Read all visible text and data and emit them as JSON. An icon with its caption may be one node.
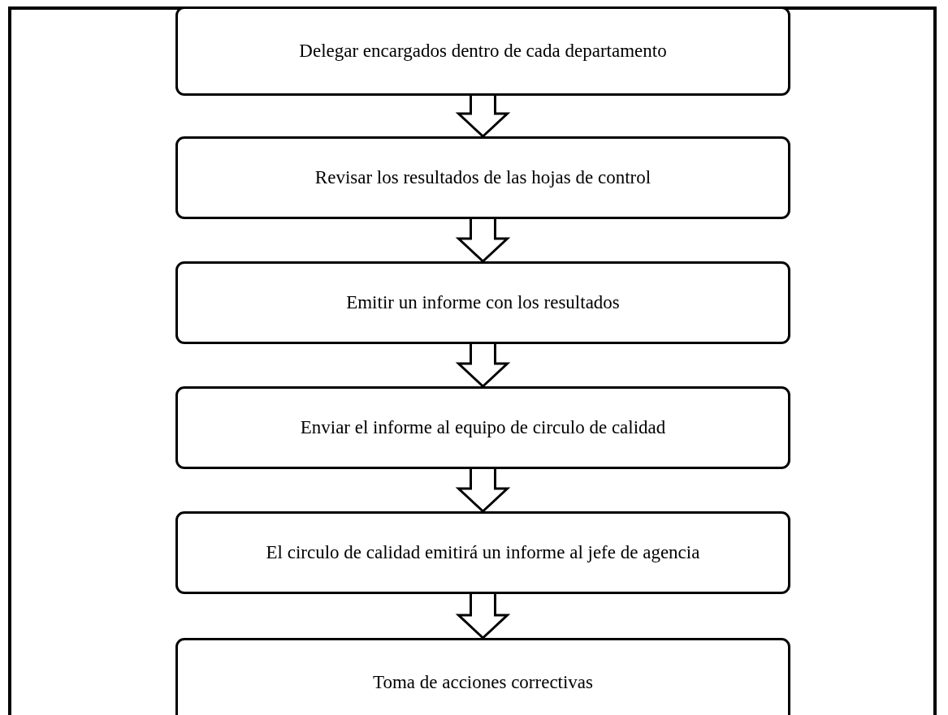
{
  "diagram": {
    "nodes": [
      {
        "text": [
          "Delegar encargados dentro de cada departamento"
        ]
      },
      {
        "text": [
          "Revisar los resultados de  las hojas de control"
        ]
      },
      {
        "text": [
          "Emitir un informe con los resultados"
        ]
      },
      {
        "text": [
          "Enviar el informe al equipo de circulo de calidad"
        ]
      },
      {
        "text": [
          "El circulo de calidad emitirá un informe  al  jefe de agencia"
        ]
      },
      {
        "text": [
          "Toma de acciones correctivas"
        ]
      }
    ],
    "edges": [
      {
        "from": 0,
        "to": 1,
        "arrow": "to"
      },
      {
        "from": 1,
        "to": 2,
        "arrow": "to"
      },
      {
        "from": 2,
        "to": 3,
        "arrow": "to"
      },
      {
        "from": 3,
        "to": 4,
        "arrow": "to"
      },
      {
        "from": 4,
        "to": 5,
        "arrow": "to"
      }
    ]
  }
}
